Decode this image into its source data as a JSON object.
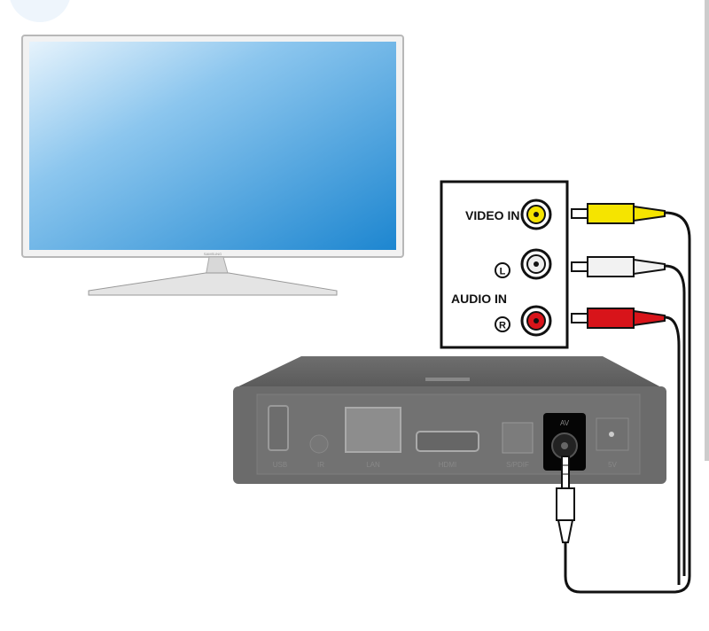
{
  "panel": {
    "video_in": "VIDEO IN",
    "audio_in": "AUDIO IN",
    "left": "L",
    "right": "R"
  },
  "tv": {
    "brand": "SAMSUNG"
  },
  "box": {
    "ports": [
      "USB",
      "IR",
      "LAN",
      "HDMI",
      "S/PDIF",
      "AV",
      "5V"
    ]
  },
  "colors": {
    "video": "#f5e400",
    "audio_left": "#e8e8e8",
    "audio_right": "#d8141a",
    "screen": "#3a97d8"
  }
}
